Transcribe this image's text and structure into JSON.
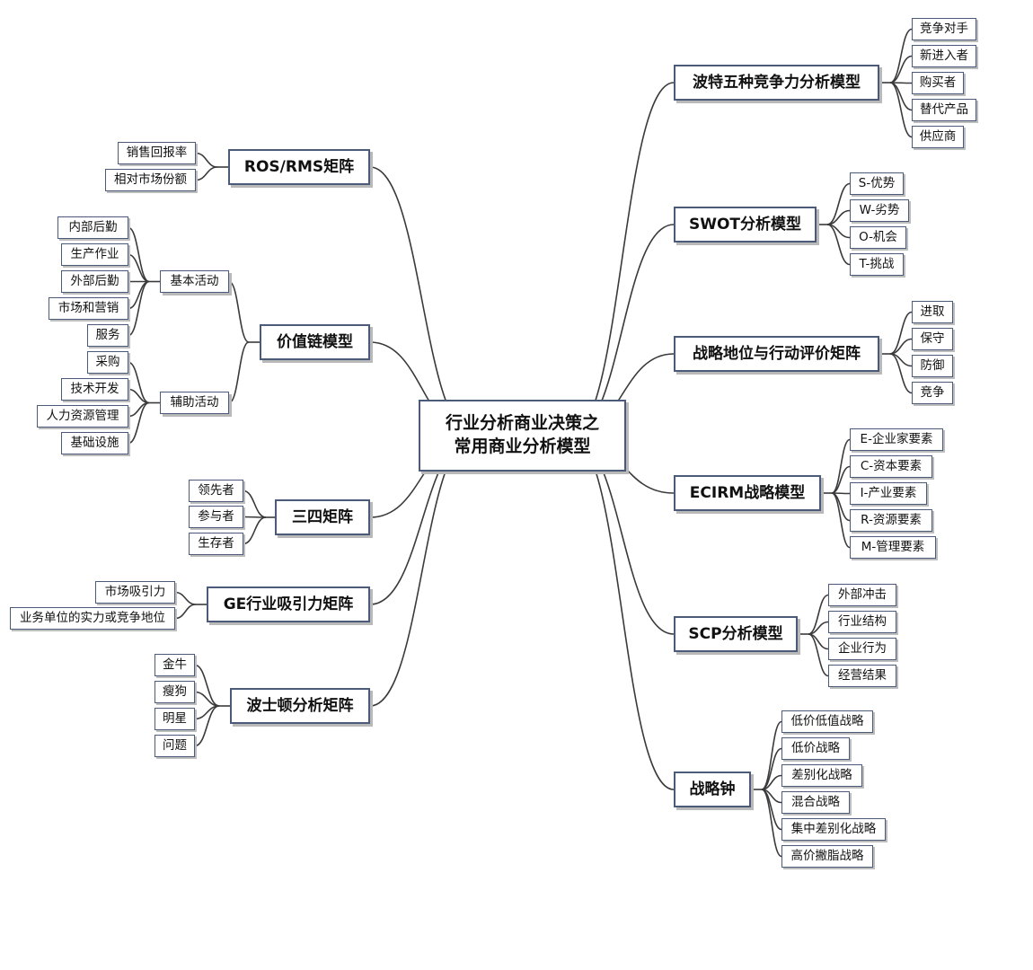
{
  "root": {
    "line1": "行业分析商业决策之",
    "line2": "常用商业分析模型"
  },
  "left": [
    {
      "label": "ROS/RMS矩阵",
      "children": [
        "销售回报率",
        "相对市场份额"
      ]
    },
    {
      "label": "价值链模型",
      "groups": [
        {
          "label": "基本活动",
          "children": [
            "内部后勤",
            "生产作业",
            "外部后勤",
            "市场和营销",
            "服务"
          ]
        },
        {
          "label": "辅助活动",
          "children": [
            "采购",
            "技术开发",
            "人力资源管理",
            "基础设施"
          ]
        }
      ]
    },
    {
      "label": "三四矩阵",
      "children": [
        "领先者",
        "参与者",
        "生存者"
      ]
    },
    {
      "label": "GE行业吸引力矩阵",
      "children": [
        "市场吸引力",
        "业务单位的实力或竞争地位"
      ]
    },
    {
      "label": "波士顿分析矩阵",
      "children": [
        "金牛",
        "瘦狗",
        "明星",
        "问题"
      ]
    }
  ],
  "right": [
    {
      "label": "波特五种竞争力分析模型",
      "children": [
        "竞争对手",
        "新进入者",
        "购买者",
        "替代产品",
        "供应商"
      ]
    },
    {
      "label": "SWOT分析模型",
      "children": [
        "S-优势",
        "W-劣势",
        "O-机会",
        "T-挑战"
      ]
    },
    {
      "label": "战略地位与行动评价矩阵",
      "children": [
        "进取",
        "保守",
        "防御",
        "竞争"
      ]
    },
    {
      "label": "ECIRM战略模型",
      "children": [
        "E-企业家要素",
        "C-资本要素",
        "I-产业要素",
        "R-资源要素",
        "M-管理要素"
      ]
    },
    {
      "label": "SCP分析模型",
      "children": [
        "外部冲击",
        "行业结构",
        "企业行为",
        "经营结果"
      ]
    },
    {
      "label": "战略钟",
      "children": [
        "低价低值战略",
        "低价战略",
        "差别化战略",
        "混合战略",
        "集中差别化战略",
        "高价撇脂战略"
      ]
    }
  ]
}
